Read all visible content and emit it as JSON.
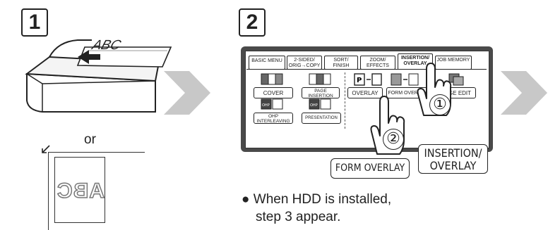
{
  "steps": {
    "one": "1",
    "two": "2"
  },
  "or_label": "or",
  "original_text": "ABC",
  "tabs": [
    {
      "label": "BASIC MENU"
    },
    {
      "label": "2-SIDED/ ORIG→COPY"
    },
    {
      "label": "SORT/ FINISH"
    },
    {
      "label": "ZOOM/ EFFECTS"
    },
    {
      "label": "INSERTION/ OVERLAY"
    },
    {
      "label": "JOB MEMORY"
    }
  ],
  "functions": {
    "cover": "COVER",
    "page_insertion": "PAGE INSERTION",
    "overlay": "OVERLAY",
    "form_overlay": "FORM OVERLAY",
    "page_edit": "PAGE EDIT",
    "ohp_interleaving": "OHP INTERLEAVING",
    "presentation": "PRESENTATION"
  },
  "callouts": {
    "one": "①",
    "two": "②"
  },
  "enlarged": {
    "form_overlay": "FORM OVERLAY",
    "insertion_overlay": "INSERTION/ OVERLAY"
  },
  "note": {
    "bullet": "●",
    "line1": "When HDD is installed,",
    "line2": "step 3 appear."
  },
  "colors": {
    "arrow": "#c8c8c8",
    "screen_frame": "#4a4a4a"
  }
}
